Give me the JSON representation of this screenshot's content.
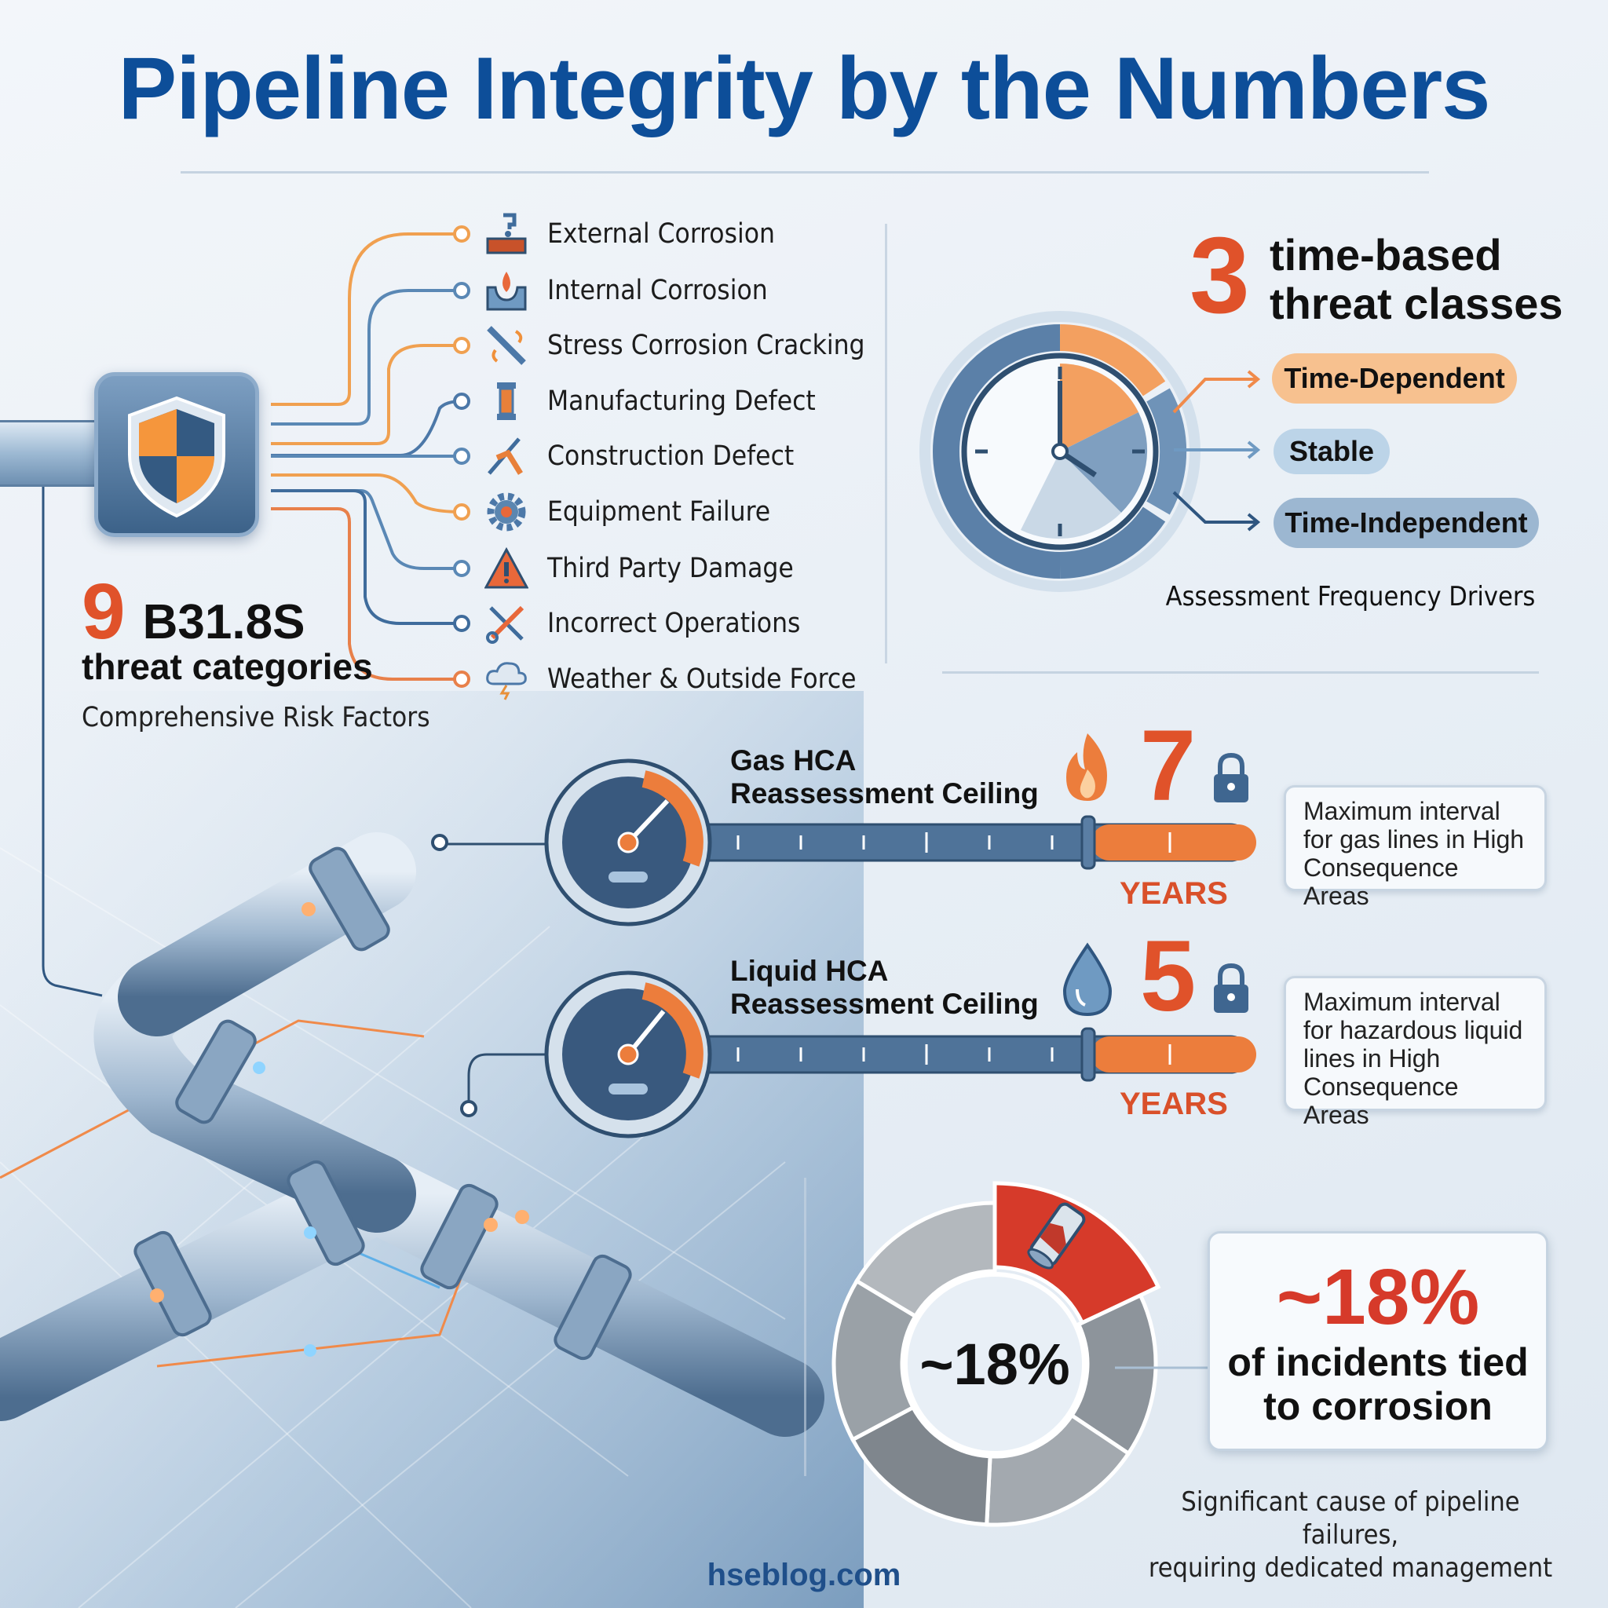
{
  "title": "Pipeline Integrity by the Numbers",
  "threats": {
    "count": "9",
    "standard": "B31.8S",
    "heading": "threat categories",
    "subtitle": "Comprehensive Risk Factors",
    "items": [
      {
        "label": "External Corrosion",
        "icon": "external-corrosion-icon",
        "color": "#f0a050"
      },
      {
        "label": "Internal Corrosion",
        "icon": "internal-corrosion-icon",
        "color": "#5a88b5"
      },
      {
        "label": "Stress Corrosion Cracking",
        "icon": "stress-cracking-icon",
        "color": "#f0a050"
      },
      {
        "label": "Manufacturing Defect",
        "icon": "manufacturing-defect-icon",
        "color": "#4c78a8"
      },
      {
        "label": "Construction Defect",
        "icon": "construction-icon",
        "color": "#5a88b5"
      },
      {
        "label": "Equipment Failure",
        "icon": "gear-icon",
        "color": "#f0a050"
      },
      {
        "label": "Third Party Damage",
        "icon": "warning-icon",
        "color": "#5a88b5"
      },
      {
        "label": "Incorrect Operations",
        "icon": "tools-icon",
        "color": "#3f6c9c"
      },
      {
        "label": "Weather & Outside Force",
        "icon": "storm-cloud-icon",
        "color": "#e8804a"
      }
    ]
  },
  "time_classes": {
    "count": "3",
    "heading_line1": "time-based",
    "heading_line2": "threat classes",
    "classes": [
      {
        "label": "Time-Dependent",
        "color": "#f7c18f"
      },
      {
        "label": "Stable",
        "color": "#bcd4e8"
      },
      {
        "label": "Time-Independent",
        "color": "#9cb7d1"
      }
    ],
    "caption": "Assessment Frequency Drivers"
  },
  "gas": {
    "title_line1": "Gas HCA",
    "title_line2": "Reassessment Ceiling",
    "value": "7",
    "unit": "YEARS",
    "callout": "Maximum interval for gas lines in High Consequence Areas"
  },
  "liquid": {
    "title_line1": "Liquid HCA",
    "title_line2": "Reassessment Ceiling",
    "value": "5",
    "unit": "YEARS",
    "callout": "Maximum interval for hazardous liquid lines in High Consequence Areas"
  },
  "corrosion": {
    "donut_label": "~18%",
    "percent": 18,
    "big_value": "~18%",
    "line1": "of incidents tied",
    "line2": "to corrosion",
    "footnote_line1": "Significant cause of pipeline failures,",
    "footnote_line2": "requiring dedicated management"
  },
  "footer": "hseblog.com",
  "colors": {
    "brand": "#0d4e99",
    "accent": "#e0522a",
    "steel": "#4c6f94"
  }
}
